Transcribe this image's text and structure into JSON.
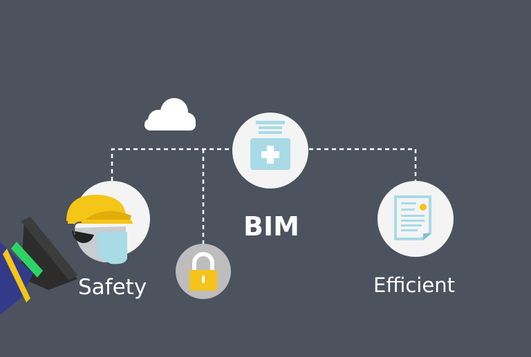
{
  "diagram": {
    "center_label": "BIM",
    "safety_label": "Safety",
    "efficient_label": "Efficient"
  },
  "icons": {
    "cloud": "cloud-icon",
    "bim_hub": "medical-kit-icon",
    "worker": "hardhat-worker-icon",
    "lock": "padlock-icon",
    "document": "document-icon",
    "megaphone": "megaphone-icon"
  },
  "colors": {
    "background": "#4c525e",
    "circle": "#f4f4f4",
    "hardhat": "#f5c518",
    "lock_body": "#f6c21c",
    "accent_blue": "#a8dbe6",
    "megaphone_body": "#343a8a",
    "megaphone_band": "#2ed366"
  }
}
